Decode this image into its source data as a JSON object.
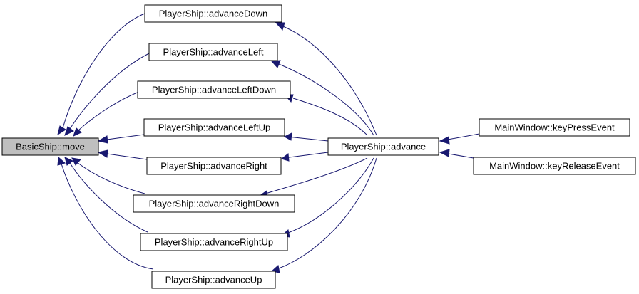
{
  "graph": {
    "edge_color": "#191970",
    "root_fill": "#bfbfbf",
    "nodes": {
      "basic_move": "BasicShip::move",
      "advance_down": "PlayerShip::advanceDown",
      "advance_left": "PlayerShip::advanceLeft",
      "advance_left_down": "PlayerShip::advanceLeftDown",
      "advance_left_up": "PlayerShip::advanceLeftUp",
      "advance_right": "PlayerShip::advanceRight",
      "advance_right_down": "PlayerShip::advanceRightDown",
      "advance_right_up": "PlayerShip::advanceRightUp",
      "advance_up": "PlayerShip::advanceUp",
      "advance": "PlayerShip::advance",
      "key_press": "MainWindow::keyPressEvent",
      "key_release": "MainWindow::keyReleaseEvent"
    },
    "edges": [
      {
        "from": "advance_down",
        "to": "basic_move"
      },
      {
        "from": "advance_left",
        "to": "basic_move"
      },
      {
        "from": "advance_left_down",
        "to": "basic_move"
      },
      {
        "from": "advance_left_up",
        "to": "basic_move"
      },
      {
        "from": "advance_right",
        "to": "basic_move"
      },
      {
        "from": "advance_right_down",
        "to": "basic_move"
      },
      {
        "from": "advance_right_up",
        "to": "basic_move"
      },
      {
        "from": "advance_up",
        "to": "basic_move"
      },
      {
        "from": "advance",
        "to": "advance_down"
      },
      {
        "from": "advance",
        "to": "advance_left"
      },
      {
        "from": "advance",
        "to": "advance_left_down"
      },
      {
        "from": "advance",
        "to": "advance_left_up"
      },
      {
        "from": "advance",
        "to": "advance_right"
      },
      {
        "from": "advance",
        "to": "advance_right_down"
      },
      {
        "from": "advance",
        "to": "advance_right_up"
      },
      {
        "from": "advance",
        "to": "advance_up"
      },
      {
        "from": "key_press",
        "to": "advance"
      },
      {
        "from": "key_release",
        "to": "advance"
      }
    ]
  }
}
